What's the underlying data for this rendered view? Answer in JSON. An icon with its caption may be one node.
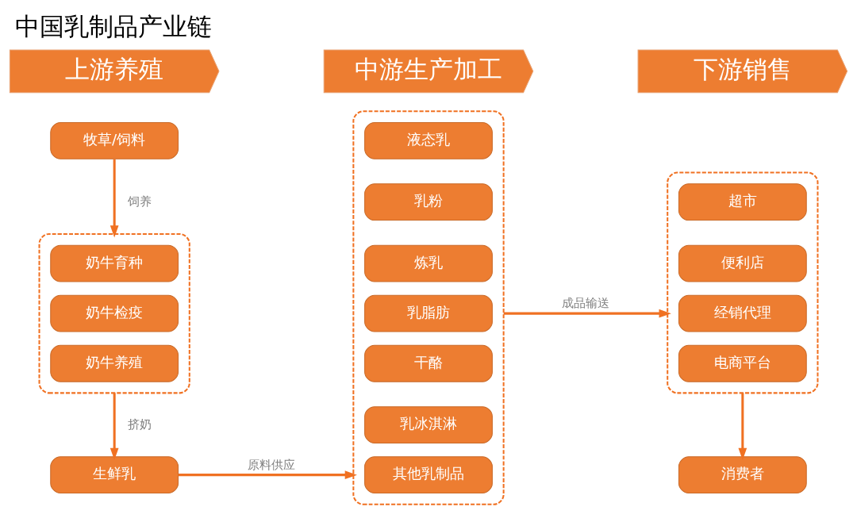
{
  "diagram": {
    "title": "中国乳制品产业链",
    "nodes": [
      {
        "text": [
          "上游养殖"
        ]
      },
      {
        "text": [
          "中游生产加工"
        ]
      },
      {
        "text": [
          "下游销售"
        ]
      },
      {
        "text": [
          "牧草/饲料"
        ]
      },
      {
        "text": [],
        "shape": "box"
      },
      {
        "text": [
          "奶牛育种"
        ],
        "in": 4
      },
      {
        "text": [
          "奶牛检疫"
        ],
        "in": 4
      },
      {
        "text": [
          "奶牛养殖"
        ],
        "in": 4
      },
      {
        "text": [
          "生鲜乳"
        ]
      },
      {
        "text": [],
        "shape": "box"
      },
      {
        "text": [
          "液态乳"
        ],
        "in": 9
      },
      {
        "text": [
          "乳粉"
        ],
        "in": 9
      },
      {
        "text": [
          "炼乳"
        ],
        "in": 9
      },
      {
        "text": [
          "乳脂肪"
        ],
        "in": 9
      },
      {
        "text": [
          "干酪"
        ],
        "in": 9
      },
      {
        "text": [
          "乳冰淇淋"
        ],
        "in": 9
      },
      {
        "text": [
          "其他乳制品"
        ],
        "in": 9
      },
      {
        "text": [],
        "shape": "box"
      },
      {
        "text": [
          "超市"
        ],
        "in": 17
      },
      {
        "text": [
          "便利店"
        ],
        "in": 17
      },
      {
        "text": [
          "经销代理"
        ],
        "in": 17
      },
      {
        "text": [
          "电商平台"
        ],
        "in": 17
      },
      {
        "text": [
          "消费者"
        ]
      }
    ],
    "edges": [
      {
        "from": 3,
        "to": 4,
        "arrow": "to",
        "label": "饲养"
      },
      {
        "from": 4,
        "to": 8,
        "arrow": "to",
        "label": "挤奶"
      },
      {
        "from": 8,
        "to": 9,
        "arrow": "to",
        "label": "原料供应"
      },
      {
        "from": 9,
        "to": 17,
        "arrow": "to",
        "label": "成品输送"
      },
      {
        "from": 17,
        "to": 22,
        "arrow": "to"
      }
    ]
  }
}
